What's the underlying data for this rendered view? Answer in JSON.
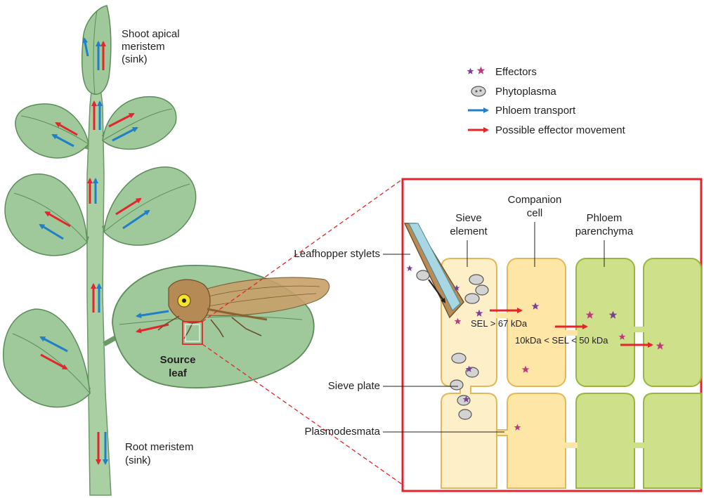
{
  "labels": {
    "shoot_l1": "Shoot apical",
    "shoot_l2": "meristem",
    "shoot_l3": "(sink)",
    "root_l1": "Root meristem",
    "root_l2": "(sink)",
    "source_l1": "Source",
    "source_l2": "leaf",
    "leafhopper": "Leafhopper stylets",
    "sieve_plate": "Sieve plate",
    "plasmodesmata": "Plasmodesmata",
    "sieve_element_l1": "Sieve",
    "sieve_element_l2": "element",
    "companion_l1": "Companion",
    "companion_l2": "cell",
    "parenchyma_l1": "Phloem",
    "parenchyma_l2": "parenchyma",
    "sel1": "SEL > 67 kDa",
    "sel2": "10kDa < SEL < 50 kDa"
  },
  "legend": {
    "effectors": "Effectors",
    "phytoplasma": "Phytoplasma",
    "phloem_transport": "Phloem transport",
    "effector_movement": "Possible effector movement"
  },
  "colors": {
    "leaf": "#9fc99a",
    "leaf_dark": "#5c8c5a",
    "stem": "#a9cfa3",
    "phloem_blue": "#1f7fc7",
    "effector_red": "#e4252b",
    "effector_purple": "#7b3f98",
    "effector_magenta": "#c2387f",
    "sieve_fill": "#fdefc8",
    "companion_fill": "#fde6a6",
    "parenchyma_fill": "#cfe08a",
    "inset_border": "#e0262c"
  }
}
